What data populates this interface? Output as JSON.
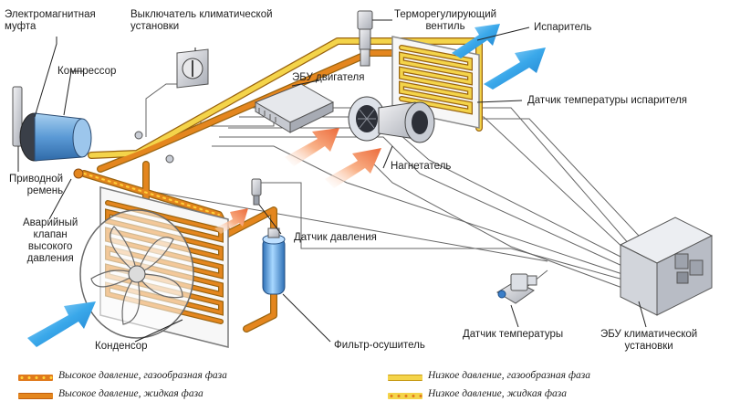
{
  "labels": {
    "clutch": "Электромагнитная\nмуфта",
    "climate_switch": "Выключатель климатической\nустановки",
    "thermo_valve": "Терморегулирующий\nвентиль",
    "evaporator": "Испаритель",
    "compressor": "Компрессор",
    "engine_ecu": "ЭБУ двигателя",
    "evap_temp_sensor": "Датчик температуры испарителя",
    "blower": "Нагнетатель",
    "drive_belt": "Приводной\nремень",
    "relief_valve": "Аварийный\nклапан\nвысокого\nдавления",
    "pressure_sensor": "Датчик давления",
    "condenser": "Конденсор",
    "filter_dryer": "Фильтр-осушитель",
    "temp_sensor": "Датчик температуры",
    "climate_ecu": "ЭБУ климатической\nустановки"
  },
  "legend": {
    "high_gas": "Высокое давление, газообразная фаза",
    "high_liquid": "Высокое давление, жидкая фаза",
    "low_gas": "Низкое давление, газообразная фаза",
    "low_liquid": "Низкое давление, жидкая фаза"
  },
  "colors": {
    "pipe_orange": "#e4861e",
    "pipe_yellow": "#f4d44a",
    "pipe_outline": "#9a6410",
    "airflow_cold": "#2aa8e8",
    "airflow_hot": "#f07a40",
    "component_blue": "#6ea8dc",
    "component_grey": "#c8ccd4",
    "wire": "#555555"
  }
}
